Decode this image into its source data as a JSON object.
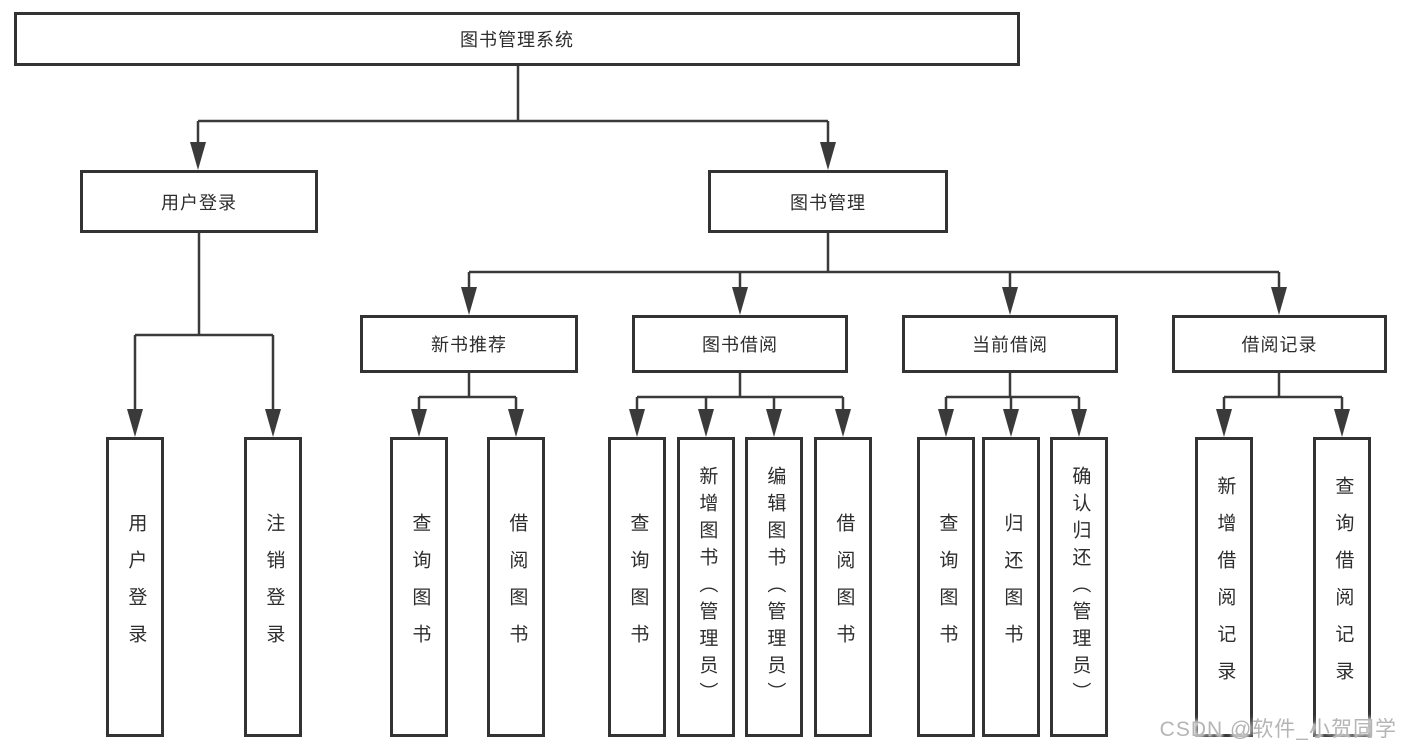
{
  "diagram": {
    "root": {
      "label": "图书管理系统"
    },
    "level2": [
      {
        "label": "用户登录"
      },
      {
        "label": "图书管理"
      }
    ],
    "level3": [
      {
        "label": "新书推荐"
      },
      {
        "label": "图书借阅"
      },
      {
        "label": "当前借阅"
      },
      {
        "label": "借阅记录"
      }
    ],
    "leaves": {
      "user_login": [
        {
          "label": "用户登录"
        },
        {
          "label": "注销登录"
        }
      ],
      "new_book_recommend": [
        {
          "label": "查询图书"
        },
        {
          "label": "借阅图书"
        }
      ],
      "book_borrow": [
        {
          "label": "查询图书"
        },
        {
          "label": "新增图书（管理员）"
        },
        {
          "label": "编辑图书（管理员）"
        },
        {
          "label": "借阅图书"
        }
      ],
      "current_borrow": [
        {
          "label": "查询图书"
        },
        {
          "label": "归还图书"
        },
        {
          "label": "确认归还（管理员）"
        }
      ],
      "borrow_records": [
        {
          "label": "新增借阅记录"
        },
        {
          "label": "查询借阅记录"
        }
      ]
    }
  },
  "watermark": {
    "text": "CSDN @软件_小贺同学"
  },
  "colors": {
    "line": "#3a3a3a",
    "box_border": "#333333",
    "text": "#2d2d2d",
    "watermark": "#b5b5b5",
    "background": "#ffffff"
  }
}
